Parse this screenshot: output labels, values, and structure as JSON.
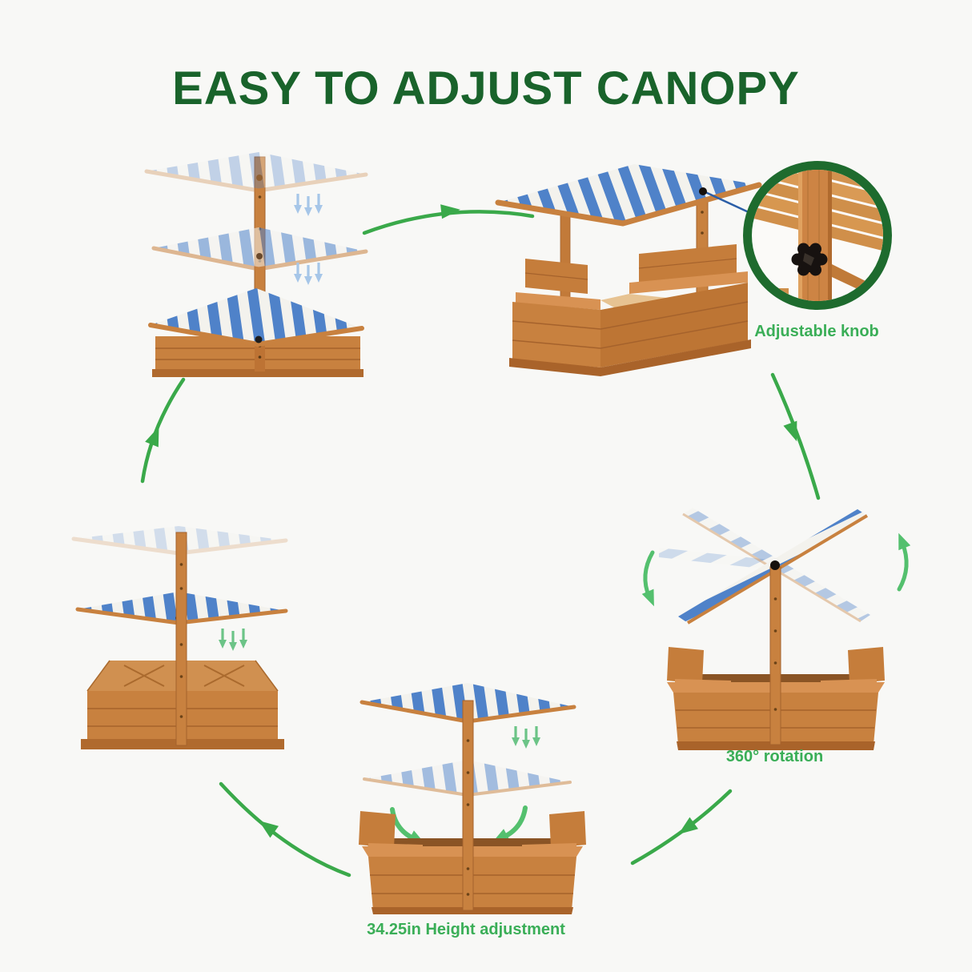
{
  "title": {
    "text": "EASY TO ADJUST CANOPY"
  },
  "callouts": {
    "adjustable_knob": "Adjustable knob",
    "rotation": "360° rotation",
    "height_adjustment": "34.25in Height adjustment"
  },
  "icons": {
    "flow_arrow": "curved-green-arrow",
    "lower_arrows_blue": "triple-chevron-down-blue",
    "lower_arrows_green": "triple-chevron-down-green",
    "rotation_arrows": "curved-rotation-arrows",
    "magnifier": "zoom-detail-circle",
    "knob": "black-star-knob"
  },
  "colors": {
    "background": "#f8f8f6",
    "title_green": "#19632b",
    "label_green": "#3aae57",
    "arrow_green": "#3aa94a",
    "ring_green": "#1e6b2e",
    "wood": "#c8813f",
    "wood_dark": "#a5622c",
    "canopy_blue": "#4f82c9",
    "canopy_white": "#f3f2ed",
    "pointer_blue": "#2b5ea7",
    "sand": "#e7c392"
  }
}
